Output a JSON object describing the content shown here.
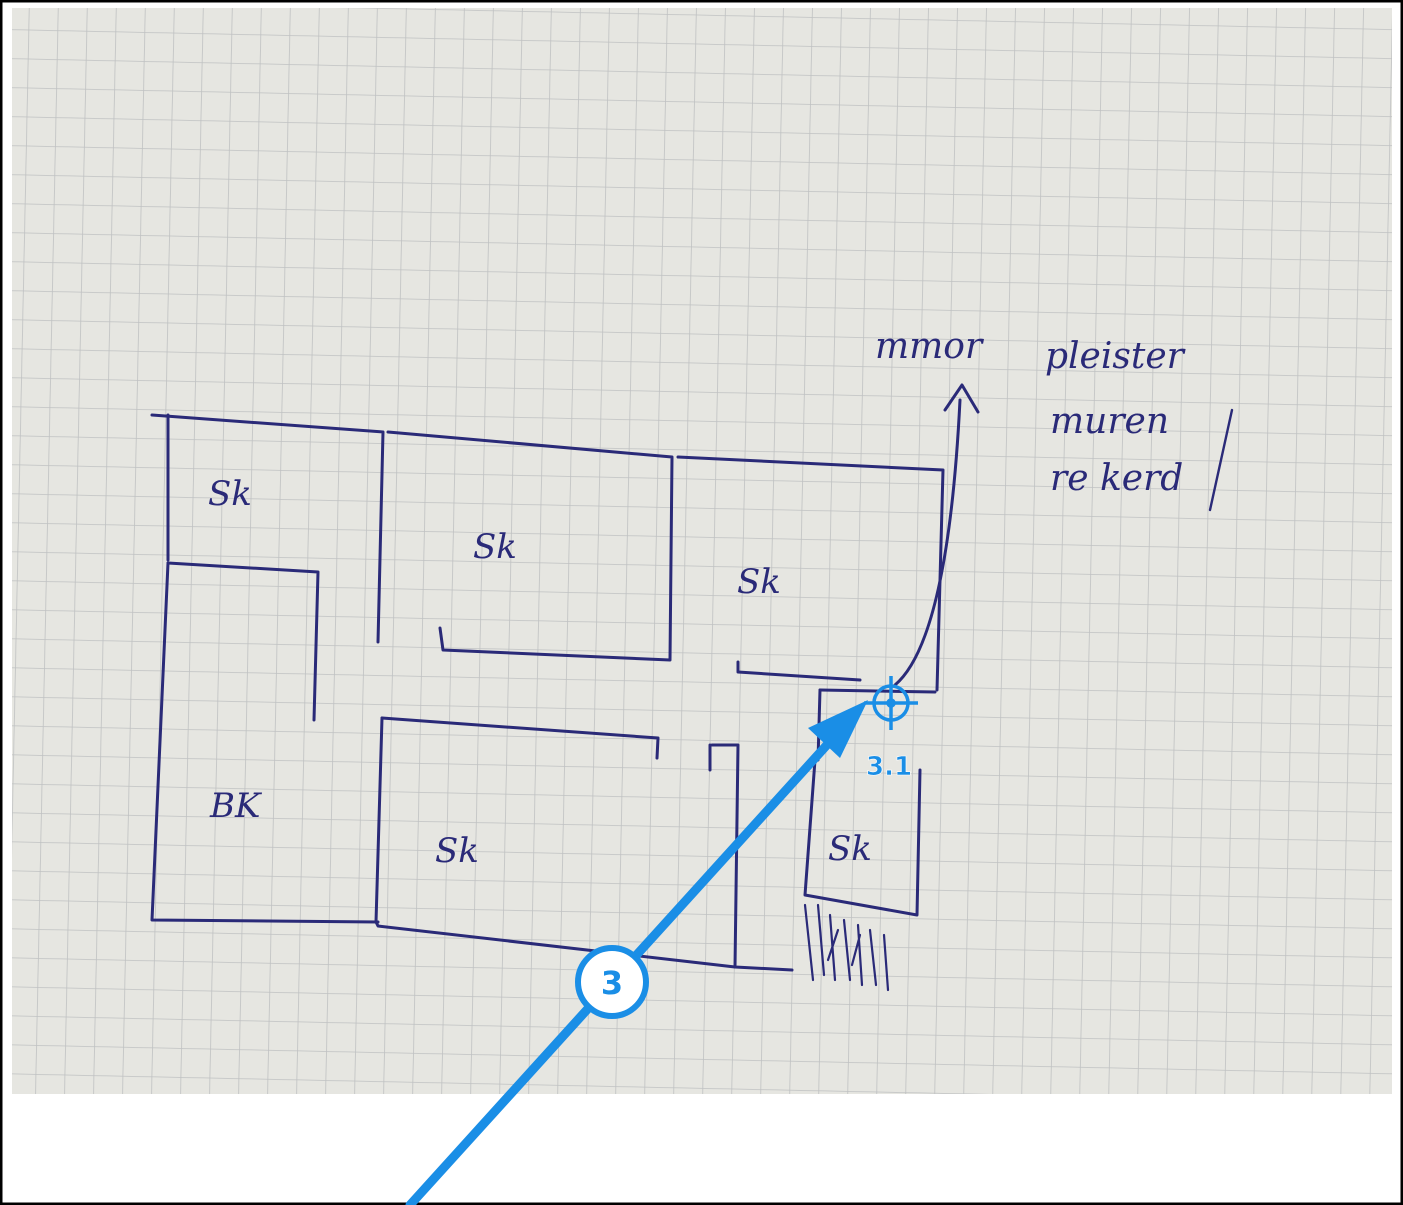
{
  "sketch": {
    "rooms": [
      {
        "id": "top-left",
        "label": "Sk"
      },
      {
        "id": "top-middle",
        "label": "Sk"
      },
      {
        "id": "top-right",
        "label": "Sk"
      },
      {
        "id": "left-large",
        "label": "BK"
      },
      {
        "id": "bottom-middle",
        "label": "Sk"
      },
      {
        "id": "small-right",
        "label": "Sk"
      }
    ],
    "note_lines": [
      "mmor",
      "pleister",
      "muren",
      "re kerd"
    ]
  },
  "annotation": {
    "callout_number": "3",
    "marker_label": "3.1",
    "color": "#1a8ee6"
  },
  "colors": {
    "paper": "#e6e6e1",
    "grid": "#bfc1c2",
    "ink": "#2a2a78",
    "frame": "#000000"
  }
}
